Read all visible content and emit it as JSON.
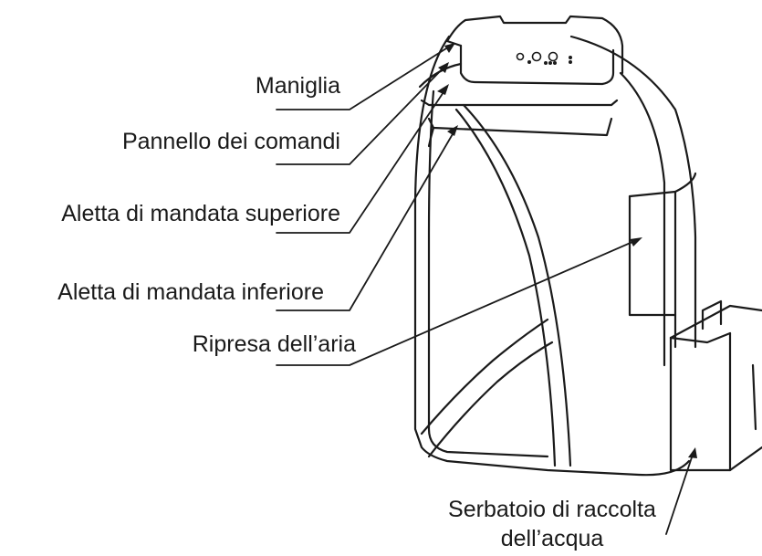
{
  "labels": {
    "handle": "Maniglia",
    "control_panel": "Pannello dei comandi",
    "upper_flap": "Aletta di mandata superiore",
    "lower_flap": "Aletta di mandata inferiore",
    "air_intake": "Ripresa dell’aria",
    "tank_line1": "Serbatoio di raccolta",
    "tank_line2": "dell’acqua"
  },
  "colors": {
    "line": "#1a1a1a",
    "background": "#ffffff"
  }
}
